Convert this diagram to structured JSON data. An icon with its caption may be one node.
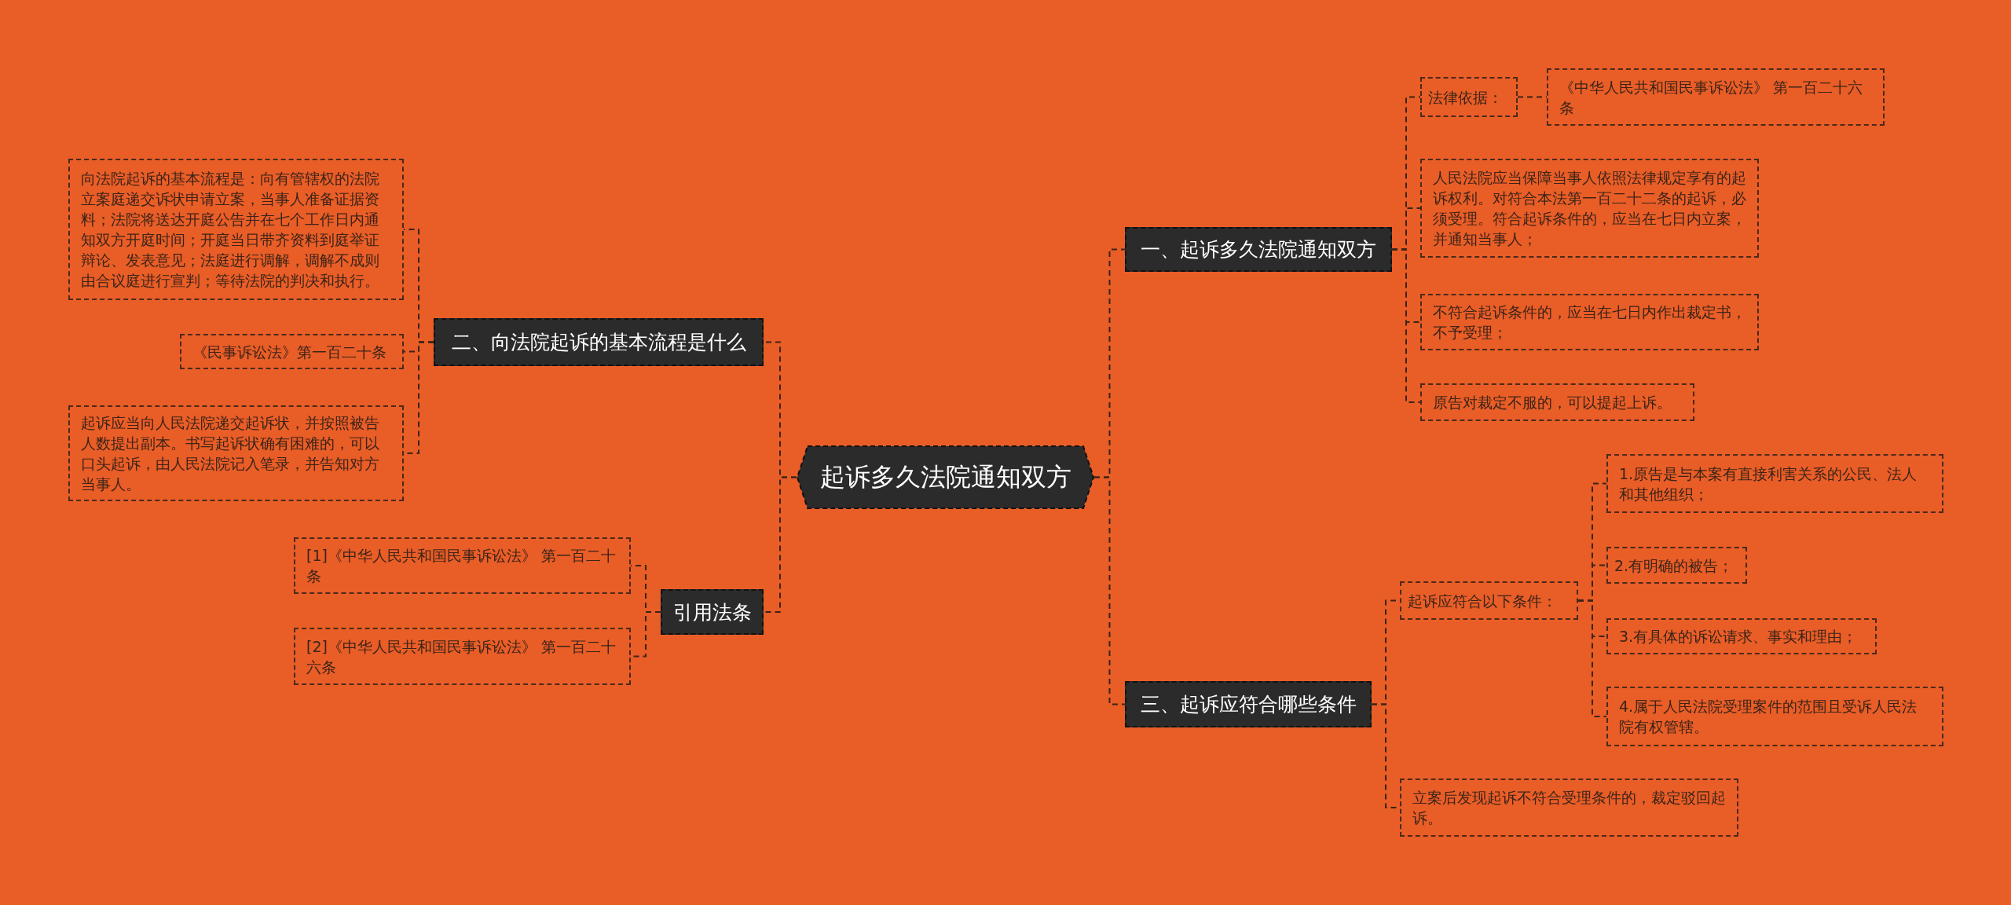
{
  "diagram": {
    "nodes": [
      {
        "text": [
          "起诉多久法院通知双方"
        ]
      },
      {
        "text": [
          "一、起诉多久法院通知双方"
        ]
      },
      {
        "text": [
          "法律依据："
        ]
      },
      {
        "text": [
          "《中华人民共和国民事诉讼法》 第一百二十六条"
        ]
      },
      {
        "text": [
          "人民法院应当保障当事人依照法律规定享有的起诉权利。对符合本法第一百二十二条的起诉，必须受理。符合起诉条件的，应当在七日内立案，并通知当事人；"
        ]
      },
      {
        "text": [
          "不符合起诉条件的，应当在七日内作出裁定书，不予受理；"
        ]
      },
      {
        "text": [
          "原告对裁定不服的，可以提起上诉。"
        ]
      },
      {
        "text": [
          "三、起诉应符合哪些条件"
        ]
      },
      {
        "text": [
          "起诉应符合以下条件："
        ]
      },
      {
        "text": [
          "1.原告是与本案有直接利害关系的公民、法人和其他组织；"
        ]
      },
      {
        "text": [
          "2.有明确的被告；"
        ]
      },
      {
        "text": [
          "3.有具体的诉讼请求、事实和理由；"
        ]
      },
      {
        "text": [
          "4.属于人民法院受理案件的范围且受诉人民法院有权管辖。"
        ]
      },
      {
        "text": [
          "立案后发现起诉不符合受理条件的，裁定驳回起诉。"
        ]
      },
      {
        "text": [
          "二、向法院起诉的基本流程是什么"
        ]
      },
      {
        "text": [
          "向法院起诉的基本流程是：向有管辖权的法院立案庭递交诉状申请立案，当事人准备证据资料；法院将送达开庭公告并在七个工作日内通知双方开庭时间；开庭当日带齐资料到庭举证辩论、发表意见；法庭进行调解，调解不成则由合议庭进行宣判；等待法院的判决和执行。"
        ]
      },
      {
        "text": [
          "《民事诉讼法》第一百二十条"
        ]
      },
      {
        "text": [
          "起诉应当向人民法院递交起诉状，并按照被告人数提出副本。书写起诉状确有困难的，可以口头起诉，由人民法院记入笔录，并告知对方当事人。"
        ]
      },
      {
        "text": [
          "引用法条"
        ]
      },
      {
        "text": [
          "[1]《中华人民共和国民事诉讼法》 第一百二十条"
        ]
      },
      {
        "text": [
          "[2]《中华人民共和国民事诉讼法》 第一百二十六条"
        ]
      }
    ],
    "edges": [
      {
        "from": 0,
        "to": 1,
        "arrow": "none"
      },
      {
        "from": 1,
        "to": 2,
        "arrow": "none"
      },
      {
        "from": 2,
        "to": 3,
        "arrow": "none"
      },
      {
        "from": 1,
        "to": 4,
        "arrow": "none"
      },
      {
        "from": 1,
        "to": 5,
        "arrow": "none"
      },
      {
        "from": 1,
        "to": 6,
        "arrow": "none"
      },
      {
        "from": 0,
        "to": 7,
        "arrow": "none"
      },
      {
        "from": 7,
        "to": 8,
        "arrow": "none"
      },
      {
        "from": 8,
        "to": 9,
        "arrow": "none"
      },
      {
        "from": 8,
        "to": 10,
        "arrow": "none"
      },
      {
        "from": 8,
        "to": 11,
        "arrow": "none"
      },
      {
        "from": 8,
        "to": 12,
        "arrow": "none"
      },
      {
        "from": 7,
        "to": 13,
        "arrow": "none"
      },
      {
        "from": 0,
        "to": 14,
        "arrow": "none"
      },
      {
        "from": 14,
        "to": 15,
        "arrow": "none"
      },
      {
        "from": 14,
        "to": 16,
        "arrow": "none"
      },
      {
        "from": 14,
        "to": 17,
        "arrow": "none"
      },
      {
        "from": 0,
        "to": 18,
        "arrow": "none"
      },
      {
        "from": 18,
        "to": 19,
        "arrow": "none"
      },
      {
        "from": 18,
        "to": 20,
        "arrow": "none"
      }
    ]
  }
}
